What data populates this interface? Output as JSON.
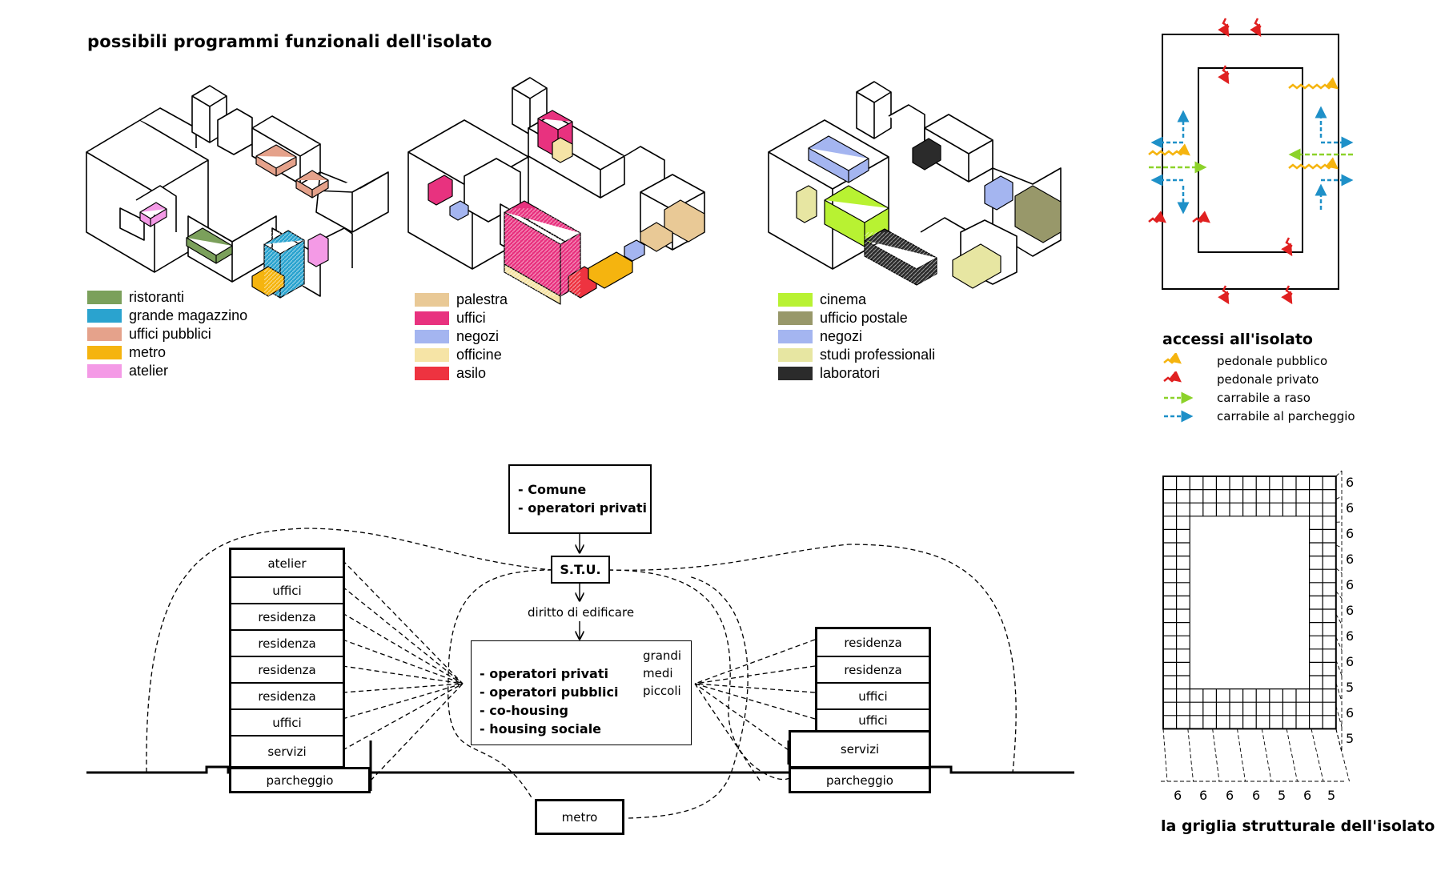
{
  "title": "possibili programmi funzionali dell'isolato",
  "legends": [
    {
      "items": [
        {
          "label": "ristoranti",
          "color": "#7ba05b"
        },
        {
          "label": "grande magazzino",
          "color": "#2aa3cf"
        },
        {
          "label": "uffici pubblici",
          "color": "#e5a28b"
        },
        {
          "label": "metro",
          "color": "#f5b40f"
        },
        {
          "label": "atelier",
          "color": "#f49ae6"
        }
      ]
    },
    {
      "items": [
        {
          "label": "palestra",
          "color": "#e9c996"
        },
        {
          "label": "uffici",
          "color": "#e8327f"
        },
        {
          "label": "negozi",
          "color": "#a4b5f0"
        },
        {
          "label": "officine",
          "color": "#f6e4a6"
        },
        {
          "label": "asilo",
          "color": "#ee3340"
        }
      ]
    },
    {
      "items": [
        {
          "label": "cinema",
          "color": "#b8f232"
        },
        {
          "label": "ufficio postale",
          "color": "#98986a"
        },
        {
          "label": "negozi",
          "color": "#a4b5f0"
        },
        {
          "label": "studi professionali",
          "color": "#e7e6a2"
        },
        {
          "label": "laboratori",
          "color": "#2b2b2b"
        }
      ]
    }
  ],
  "access": {
    "title": "accessi all'isolato",
    "items": [
      {
        "label": "pedonale pubblico",
        "color": "#f5b40f"
      },
      {
        "label": "pedonale privato",
        "color": "#e02020"
      },
      {
        "label": "carrabile a raso",
        "color": "#8cd22a"
      },
      {
        "label": "carrabile al parcheggio",
        "color": "#1e90c8"
      }
    ]
  },
  "grid": {
    "title": "la griglia strutturale dell'isolato",
    "right_numbers": [
      "6",
      "6",
      "6",
      "6",
      "6",
      "6",
      "6",
      "6",
      "5",
      "6",
      "5"
    ],
    "bottom_numbers": [
      "6",
      "6",
      "6",
      "6",
      "5",
      "6",
      "5"
    ]
  },
  "flow": {
    "top_box": [
      "- Comune",
      "- operatori privati"
    ],
    "stu": "S.T.U.",
    "diritto": "diritto di edificare",
    "center_box": [
      "- operatori privati",
      "- operatori pubblici",
      "- co-housing",
      "- housing sociale"
    ],
    "sizes": [
      "grandi",
      "medi",
      "piccoli"
    ],
    "left_stack": [
      "atelier",
      "uffici",
      "residenza",
      "residenza",
      "residenza",
      "residenza",
      "uffici",
      "servizi"
    ],
    "left_park": "parcheggio",
    "right_stack": [
      "residenza",
      "residenza",
      "uffici",
      "uffici",
      "servizi"
    ],
    "right_park": "parcheggio",
    "metro": "metro"
  }
}
